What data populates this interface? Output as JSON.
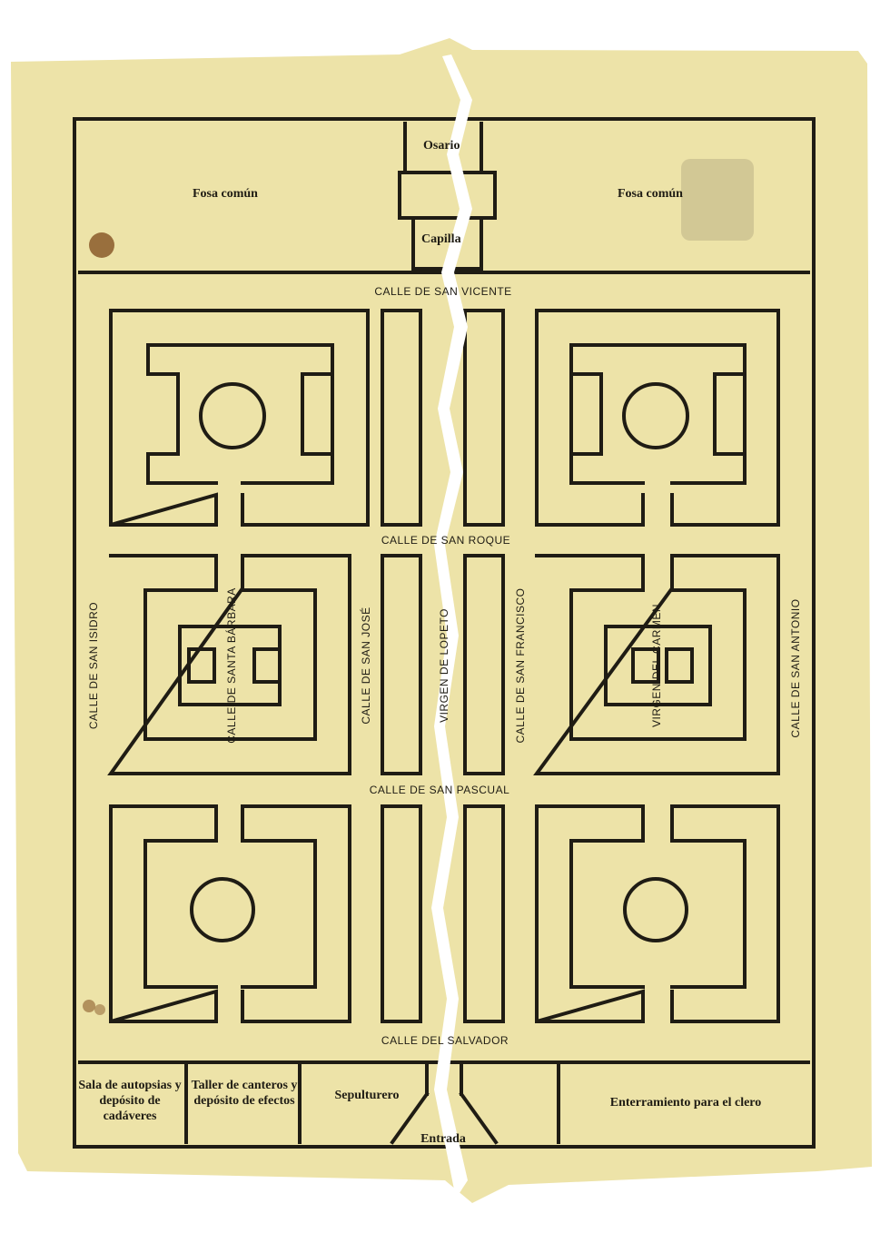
{
  "plan": {
    "osario": "Osario",
    "capilla": "Capilla",
    "fosa_left": "Fosa común",
    "fosa_right": "Fosa común",
    "streets": {
      "top": "CALLE DE SAN VICENTE",
      "middle": "CALLE DE SAN ROQUE",
      "lower": "CALLE DE SAN PASCUAL",
      "bottom": "CALLE DEL SALVADOR",
      "v1": "CALLE DE SAN ISIDRO",
      "v2": "CALLE DE SANTA BÁRBARA",
      "v3": "CALLE DE SAN JOSÉ",
      "v4": "VIRGEN DE LOPETO",
      "v5": "CALLE DE SAN FRANCISCO",
      "v6": "VIRGEN DEL CARMEN",
      "v7": "CALLE DE SAN ANTONIO"
    },
    "rooms": {
      "autopsias": "Sala de autopsias y depósito de cadáveres",
      "taller": "Taller de canteros y depósito de efectos",
      "sepulturero": "Sepulturero",
      "clero": "Enterramiento para el clero",
      "entrada": "Entrada"
    }
  },
  "colors": {
    "paper": "#ede3a8",
    "ink": "#1f1c14"
  }
}
